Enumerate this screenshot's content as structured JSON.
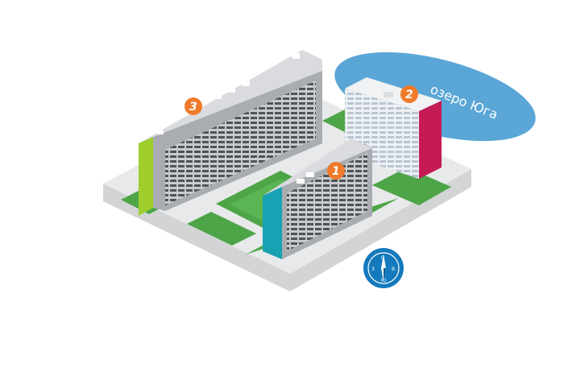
{
  "map": {
    "lake": {
      "label": "озеро Юга"
    },
    "buildings": [
      {
        "number": "1",
        "accent": "#19a2b4"
      },
      {
        "number": "2",
        "accent": "#c41b57"
      },
      {
        "number": "3",
        "accent": "#9fcd2b"
      }
    ],
    "badge_color": "#ef7b2a",
    "compass": {
      "north": "С",
      "south": "Ю",
      "west": "З",
      "east": "В"
    },
    "colors": {
      "ground": "#e6e7e8",
      "ground_shadow": "#cfd1d3",
      "grass": "#4da547",
      "grass_dark": "#3d8e3a",
      "lake": "#5aa6d6",
      "compass": "#1479bd"
    }
  }
}
